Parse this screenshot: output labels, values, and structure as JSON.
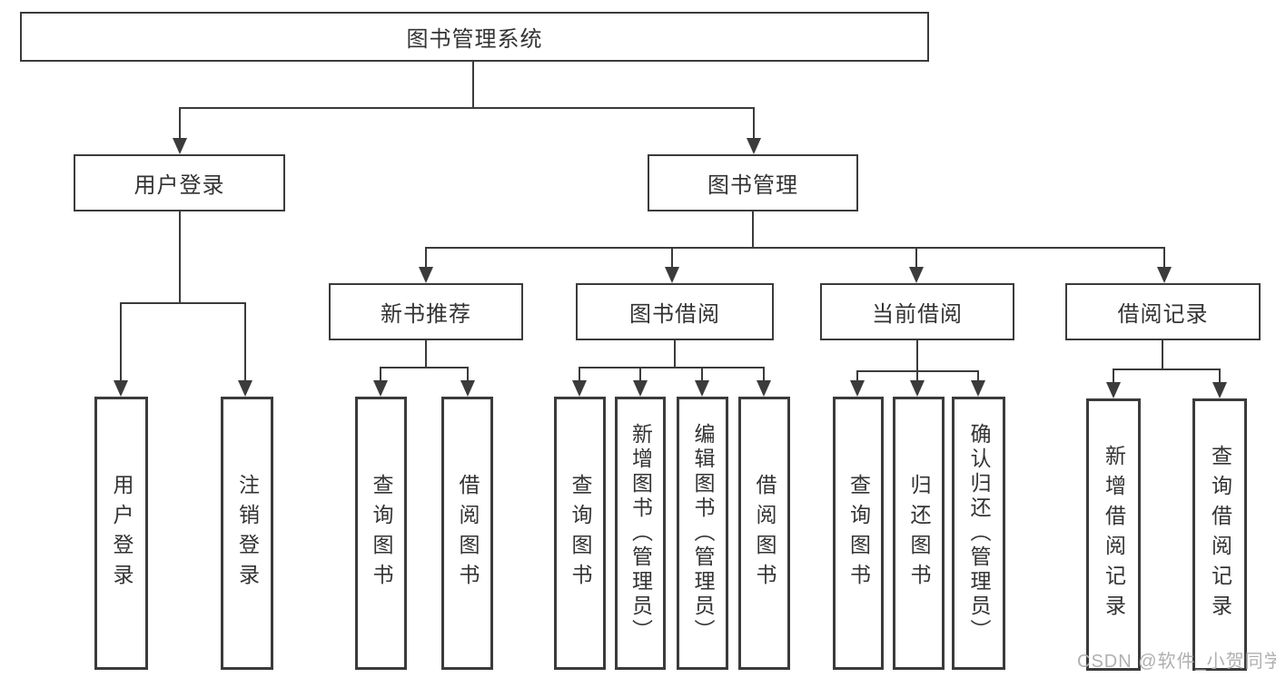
{
  "tree": {
    "root": {
      "label": "图书管理系统",
      "children": [
        {
          "label": "用户登录",
          "children": [
            {
              "label": "用户登录"
            },
            {
              "label": "注销登录"
            }
          ]
        },
        {
          "label": "图书管理",
          "children": [
            {
              "label": "新书推荐",
              "children": [
                {
                  "label": "查询图书"
                },
                {
                  "label": "借阅图书"
                }
              ]
            },
            {
              "label": "图书借阅",
              "children": [
                {
                  "label": "查询图书"
                },
                {
                  "label": "新增图书（管理员）"
                },
                {
                  "label": "编辑图书（管理员）"
                },
                {
                  "label": "借阅图书"
                }
              ]
            },
            {
              "label": "当前借阅",
              "children": [
                {
                  "label": "查询图书"
                },
                {
                  "label": "归还图书"
                },
                {
                  "label": "确认归还（管理员）"
                }
              ]
            },
            {
              "label": "借阅记录",
              "children": [
                {
                  "label": "新增借阅记录"
                },
                {
                  "label": "查询借阅记录"
                }
              ]
            }
          ]
        }
      ]
    }
  },
  "watermark": {
    "text": "CSDN @软件_小贺同学"
  },
  "colors": {
    "line": "#3b3b3b",
    "text": "#333333",
    "box_background": "#ffffff",
    "watermark": "#b0b0b0",
    "background": "#ffffff"
  }
}
